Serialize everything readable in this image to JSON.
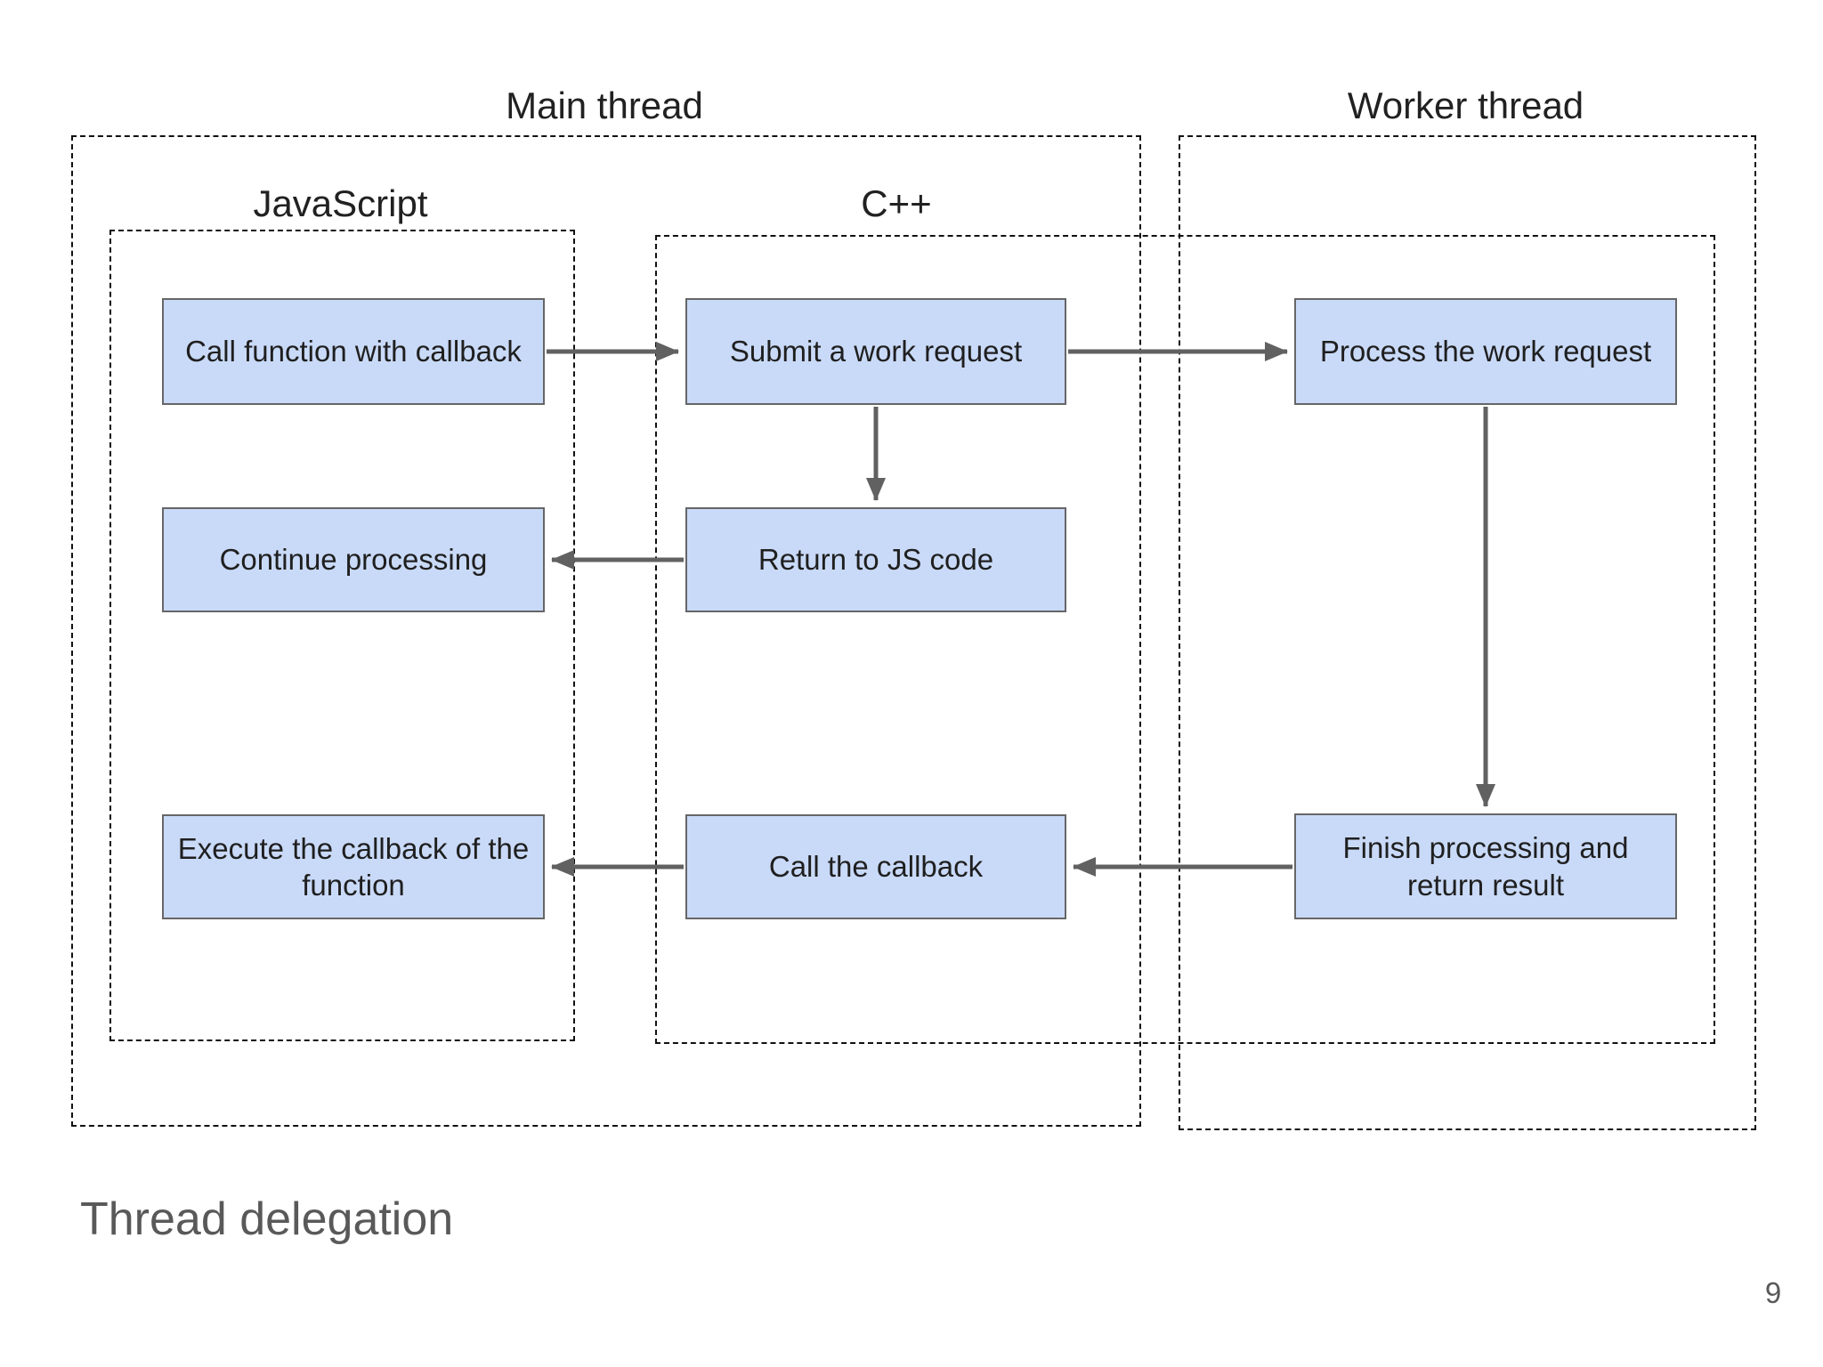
{
  "page": {
    "title": "Thread delegation",
    "page_number": "9"
  },
  "diagram": {
    "containers": [
      {
        "id": "main-thread",
        "label": "Main thread"
      },
      {
        "id": "worker-thread",
        "label": "Worker thread"
      },
      {
        "id": "javascript",
        "label": "JavaScript"
      },
      {
        "id": "cpp",
        "label": "C++"
      }
    ],
    "nodes": [
      {
        "id": "call-function",
        "label": "Call function with callback",
        "lane": "javascript"
      },
      {
        "id": "submit-work",
        "label": "Submit a work request",
        "lane": "cpp-main"
      },
      {
        "id": "process-work",
        "label": "Process the work request",
        "lane": "cpp-worker"
      },
      {
        "id": "continue-processing",
        "label": "Continue processing",
        "lane": "javascript"
      },
      {
        "id": "return-js",
        "label": "Return to JS code",
        "lane": "cpp-main"
      },
      {
        "id": "execute-callback",
        "label": "Execute the callback of the function",
        "lane": "javascript"
      },
      {
        "id": "call-callback",
        "label": "Call the callback",
        "lane": "cpp-main"
      },
      {
        "id": "finish-processing",
        "label": "Finish processing and return result",
        "lane": "cpp-worker"
      }
    ],
    "edges": [
      {
        "from": "call-function",
        "to": "submit-work"
      },
      {
        "from": "submit-work",
        "to": "process-work"
      },
      {
        "from": "submit-work",
        "to": "return-js"
      },
      {
        "from": "return-js",
        "to": "continue-processing"
      },
      {
        "from": "process-work",
        "to": "finish-processing"
      },
      {
        "from": "finish-processing",
        "to": "call-callback"
      },
      {
        "from": "call-callback",
        "to": "execute-callback"
      }
    ],
    "colors": {
      "node_fill": "#c9daf8",
      "node_border": "#666666",
      "arrow": "#616161",
      "dashed_border": "#111111",
      "node_text": "#1f1f1f",
      "muted_text": "#595959"
    }
  }
}
